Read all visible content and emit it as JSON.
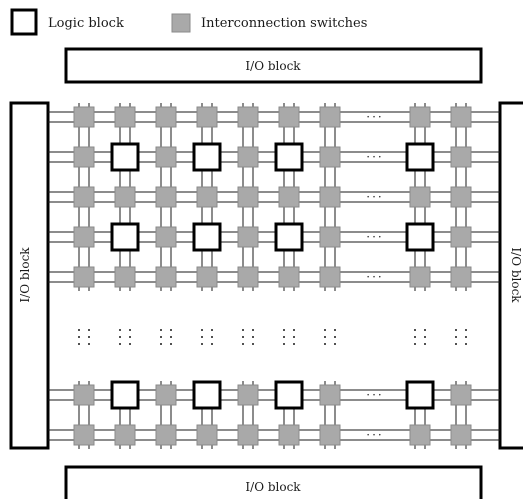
{
  "legend": {
    "logic_block_label": "Logic block",
    "switch_label": "Interconnection switches"
  },
  "io_blocks": {
    "top": "I/O block",
    "bottom": "I/O block",
    "left": "I/O block",
    "right": "I/O block"
  },
  "ellipsis": "···",
  "colors": {
    "line": "#1a1a1a",
    "switch_fill": "#a9a9a9",
    "switch_stroke": "#8a8a8a",
    "logic_fill": "#ffffff",
    "logic_stroke": "#000000",
    "background": "#ffffff"
  }
}
